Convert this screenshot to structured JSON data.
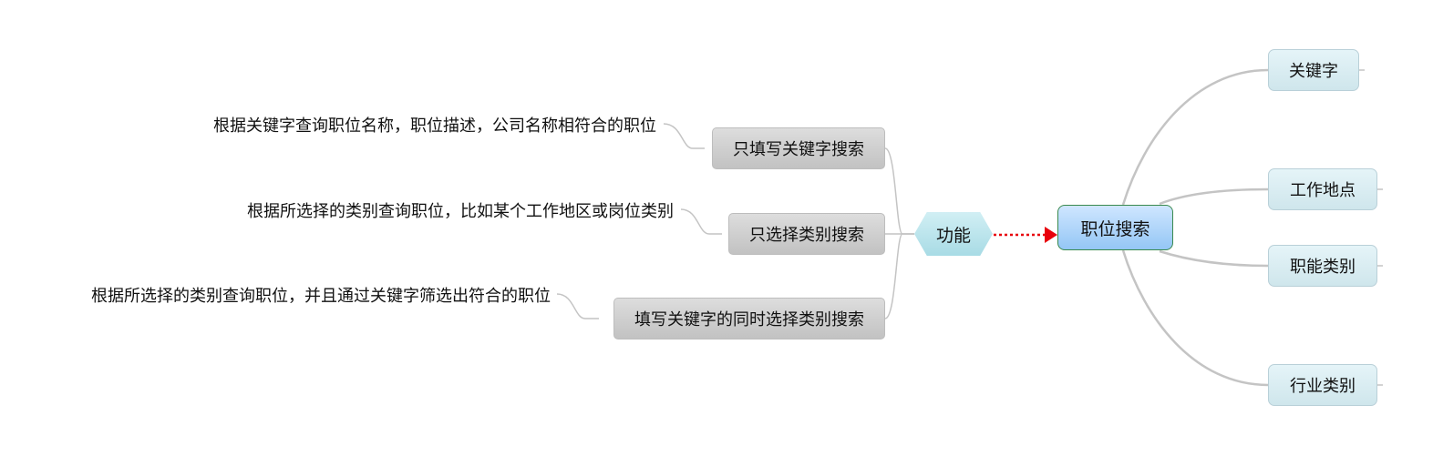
{
  "central": {
    "label": "职位搜索"
  },
  "right_items": [
    {
      "label": "关键字"
    },
    {
      "label": "工作地点"
    },
    {
      "label": "职能类别"
    },
    {
      "label": "行业类别"
    }
  ],
  "function_node": {
    "label": "功能"
  },
  "left_items": [
    {
      "label": "只填写关键字搜索",
      "description": "根据关键字查询职位名称，职位描述，公司名称相符合的职位"
    },
    {
      "label": "只选择类别搜索",
      "description": "根据所选择的类别查询职位，比如某个工作地区或岗位类别"
    },
    {
      "label": "填写关键字的同时选择类别搜索",
      "description": "根据所选择的类别查询职位，并且通过关键字筛选出符合的职位"
    }
  ],
  "colors": {
    "arrow": "#e8000b",
    "connector": "#c4c4c4"
  }
}
